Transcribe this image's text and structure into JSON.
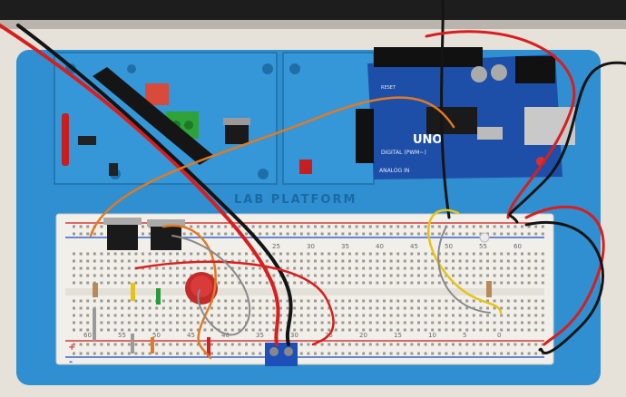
{
  "board": {
    "brand_top": "UNO",
    "brand_small": "DIGITAL (PWM~)",
    "analog_label": "ANALOG IN",
    "reset_label": "RESET"
  },
  "platform": {
    "label": "LAB PLATFORM"
  },
  "breadboard": {
    "top_numbers": [
      "25",
      "30",
      "35",
      "40",
      "45",
      "50",
      "55",
      "60"
    ],
    "bottom_numbers": [
      "60",
      "55",
      "50",
      "45",
      "40",
      "35",
      "30",
      "25",
      "20",
      "15",
      "10",
      "5",
      "0"
    ],
    "rail_plus": "+",
    "rail_minus": "-"
  },
  "colors": {
    "platform_blue": "#2f8fd0",
    "breadboard": "#f1efea",
    "arduino_blue": "#1e4fa8",
    "wire_red": "#d81e1e",
    "wire_black": "#141414",
    "wire_orange": "#e07a24",
    "wire_yellow": "#e6c21a"
  }
}
